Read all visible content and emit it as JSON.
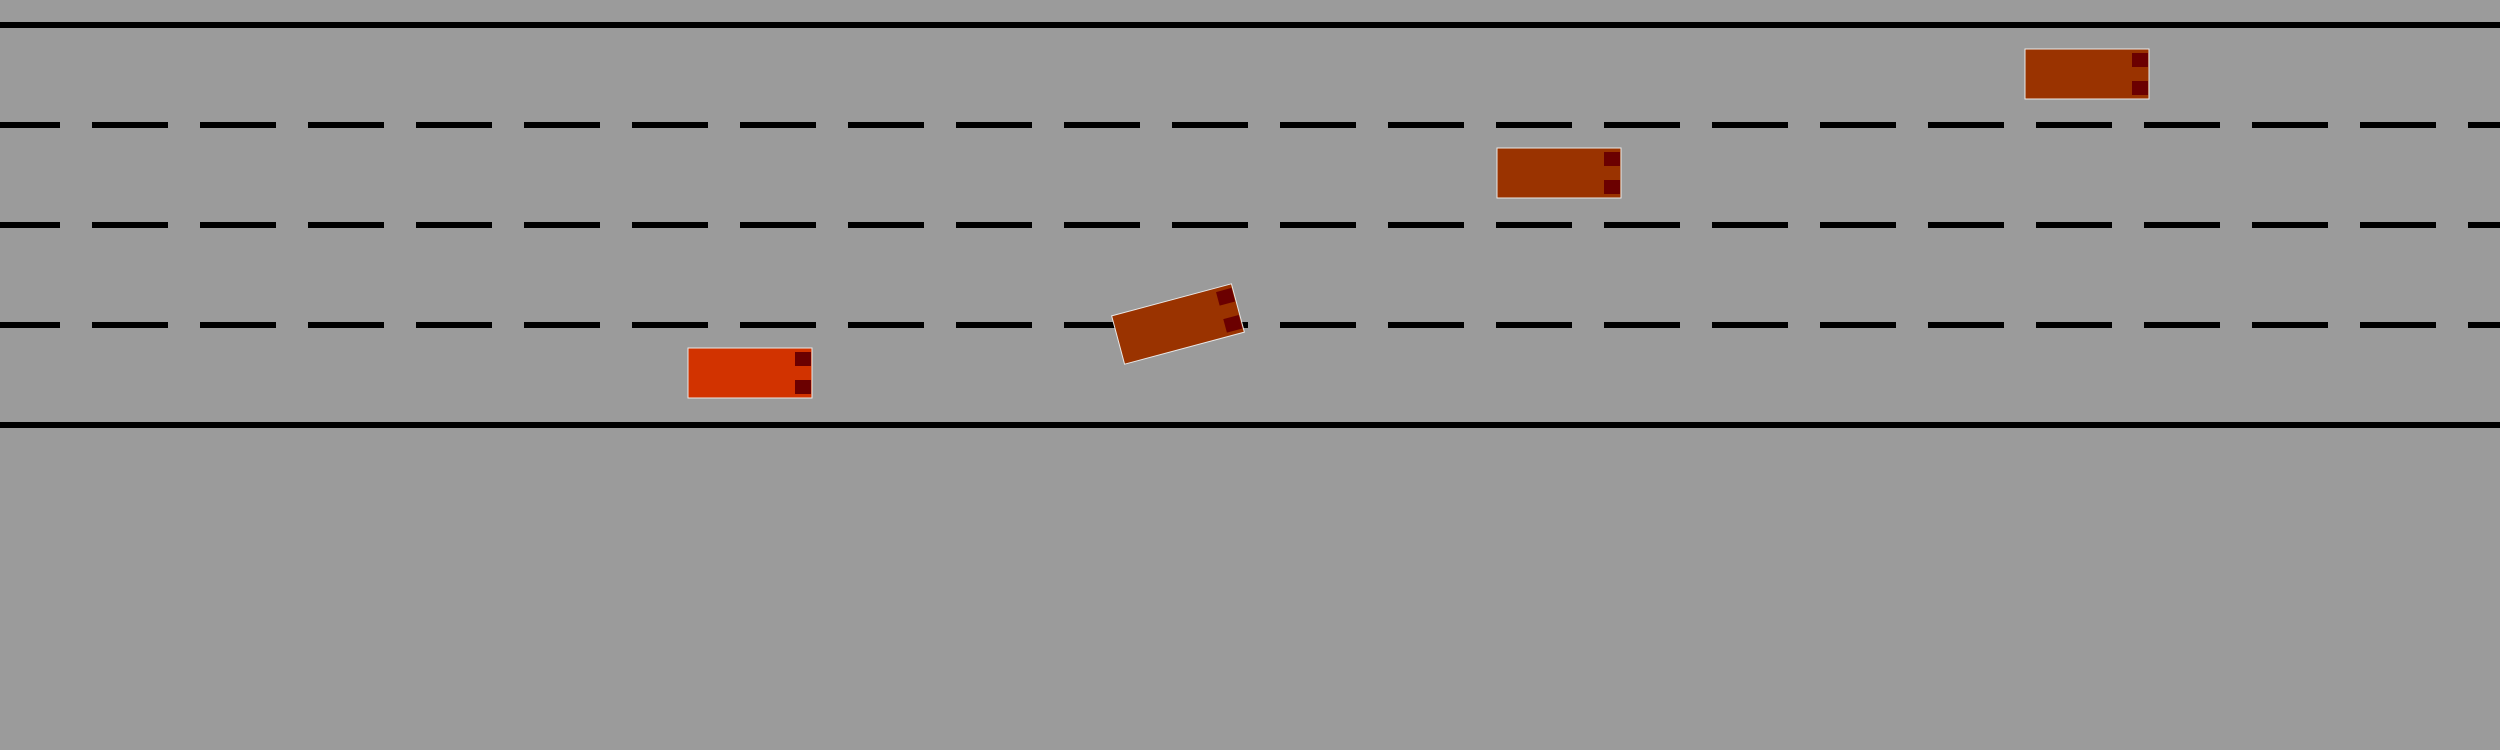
{
  "scene": {
    "type": "highway-driving-simulation",
    "lane_count": 4,
    "colors": {
      "background": "#9b9b9b",
      "lane_line": "#000000",
      "ego_vehicle": "#d23300",
      "other_vehicle": "#9a3300",
      "vehicle_outline": "#e8e8e8",
      "headlight": "#6b0000"
    },
    "vehicles": [
      {
        "id": "ego",
        "role": "ego",
        "lane": 4,
        "heading_deg": 0
      },
      {
        "id": "car-1",
        "role": "other",
        "lane": 3,
        "heading_deg": -15
      },
      {
        "id": "car-2",
        "role": "other",
        "lane": 2,
        "heading_deg": 0
      },
      {
        "id": "car-3",
        "role": "other",
        "lane": 1,
        "heading_deg": 0
      }
    ]
  }
}
